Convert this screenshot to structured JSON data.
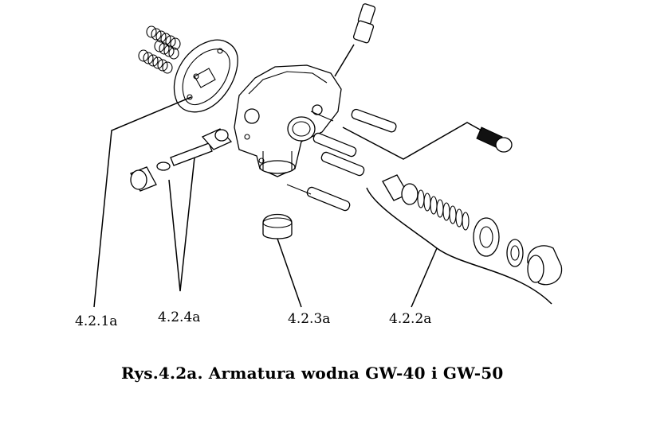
{
  "figure": {
    "caption": "Rys.4.2a. Armatura wodna GW-40 i GW-50",
    "labels": {
      "part_4_2_1a": "4.2.1a",
      "part_4_2_4a": "4.2.4a",
      "part_4_2_3a": "4.2.3a",
      "part_4_2_2a": "4.2.2a"
    }
  }
}
